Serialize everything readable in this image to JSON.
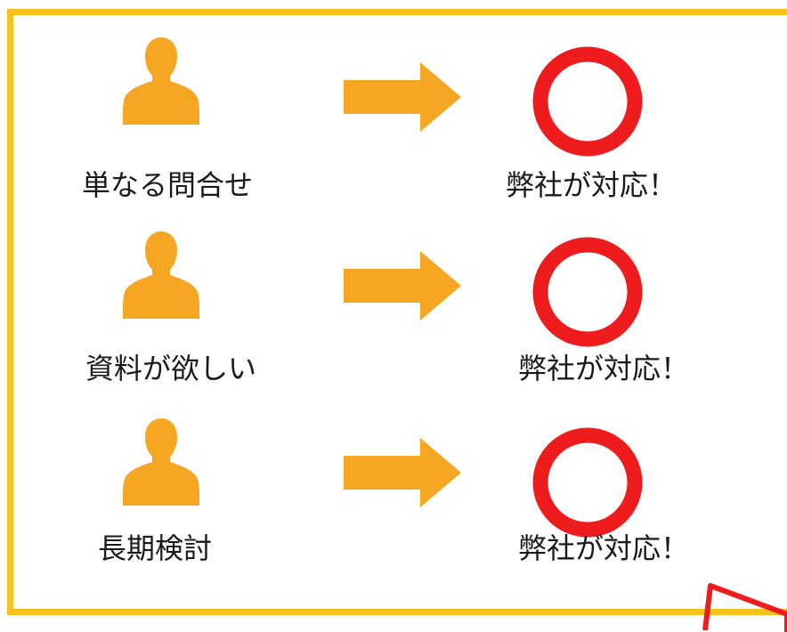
{
  "colors": {
    "frame": "#f7c21b",
    "person": "#f5a623",
    "arrow": "#f5a623",
    "circle": "#ee1c1c",
    "text": "#1a1a1a"
  },
  "rows": [
    {
      "inquiry": "単なる問合せ",
      "response": "弊社が対応！",
      "person_icon": "person-icon",
      "arrow_icon": "right-arrow-icon",
      "mark_icon": "circle-ok-icon"
    },
    {
      "inquiry": "資料が欲しい",
      "response": "弊社が対応！",
      "person_icon": "person-icon",
      "arrow_icon": "right-arrow-icon",
      "mark_icon": "circle-ok-icon"
    },
    {
      "inquiry": "長期検討",
      "response": "弊社が対応！",
      "person_icon": "person-icon",
      "arrow_icon": "right-arrow-icon",
      "mark_icon": "circle-ok-icon"
    }
  ]
}
